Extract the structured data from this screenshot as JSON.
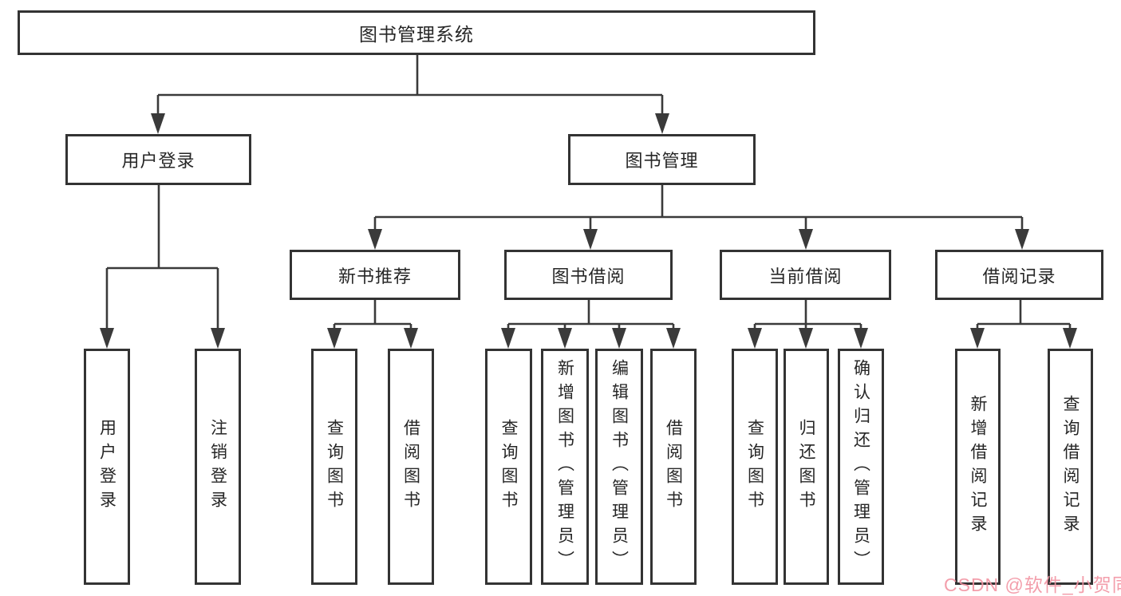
{
  "diagram": {
    "root": "图书管理系统",
    "branches": [
      {
        "label": "用户登录",
        "children": [
          "用户登录",
          "注销登录"
        ]
      },
      {
        "label": "图书管理",
        "sections": [
          {
            "label": "新书推荐",
            "children": [
              "查询图书",
              "借阅图书"
            ]
          },
          {
            "label": "图书借阅",
            "children": [
              "查询图书",
              "新增图书（管理员）",
              "编辑图书（管理员）",
              "借阅图书"
            ]
          },
          {
            "label": "当前借阅",
            "children": [
              "查询图书",
              "归还图书",
              "确认归还（管理员）"
            ]
          },
          {
            "label": "借阅记录",
            "children": [
              "新增借阅记录",
              "查询借阅记录"
            ]
          }
        ]
      }
    ]
  },
  "colors": {
    "line": "#3a3a3a",
    "box_border": "#333333",
    "text": "#262626",
    "watermark": "#f294a2",
    "background": "#ffffff"
  },
  "watermark": {
    "text": "CSDN @软件_小贺同学"
  }
}
